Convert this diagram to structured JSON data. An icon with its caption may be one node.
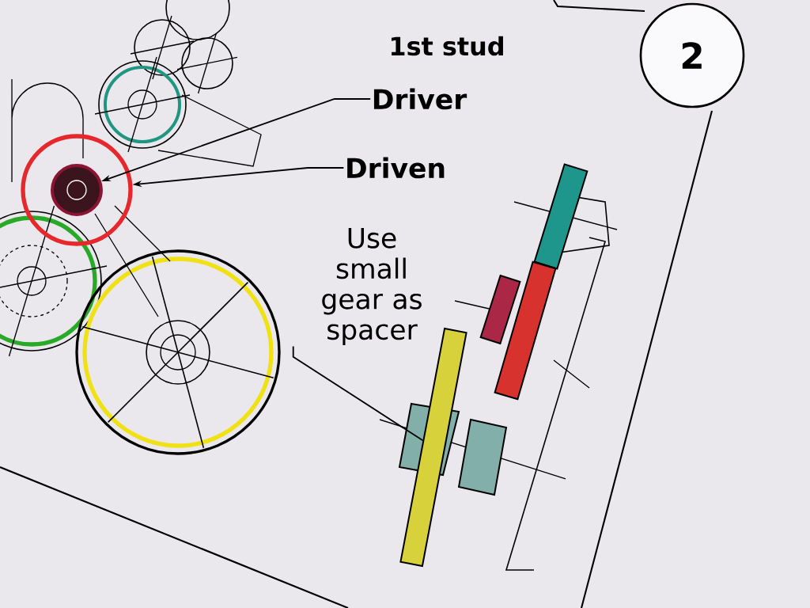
{
  "diagram": {
    "nodes": [
      {
        "text": [
          "2"
        ]
      },
      {
        "text": [
          "Driver"
        ]
      },
      {
        "text": [
          "Driven"
        ]
      },
      {
        "text": [
          "Use small gear as spacer"
        ]
      },
      {
        "text": [],
        "shape": "circle"
      },
      {
        "text": [],
        "shape": "circle",
        "in": 4
      },
      {
        "text": [],
        "shape": "bar"
      }
    ],
    "edges": [
      {
        "from": 1,
        "to": 5,
        "arrow": "to"
      },
      {
        "from": 2,
        "to": 4,
        "arrow": "to"
      },
      {
        "from": 3,
        "to": 6,
        "arrow": "none"
      }
    ],
    "labels": [
      "1st stud"
    ]
  }
}
